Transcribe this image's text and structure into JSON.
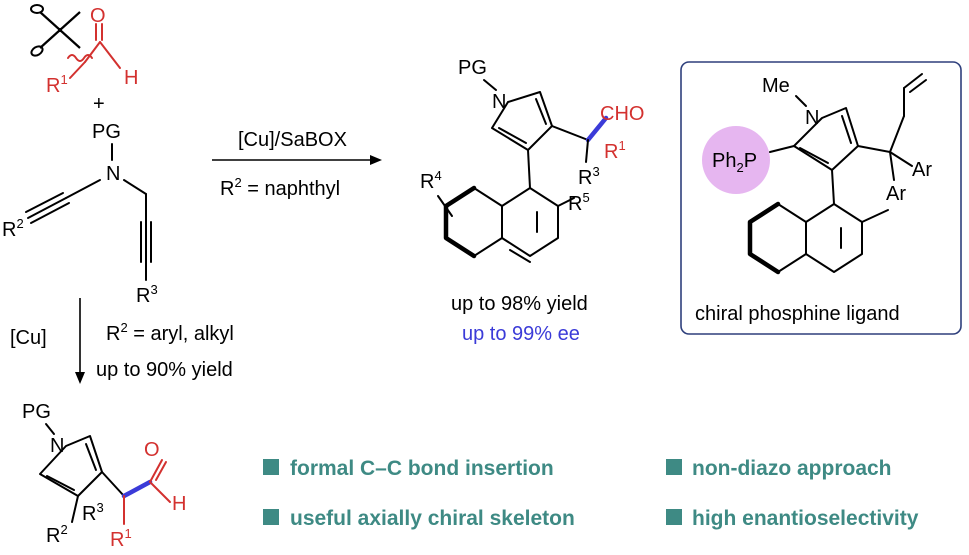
{
  "reaction_conditions": {
    "catalyst_main": "[Cu]/SaBOX",
    "r2_main": "R",
    "r2_main_rest": " = naphthyl",
    "catalyst_side": "[Cu]",
    "r2_side": "R",
    "r2_side_rest": " = aryl, alkyl",
    "yield_side": "up to 90% yield"
  },
  "labels": {
    "pg": "PG",
    "n": "N",
    "h": "H",
    "o": "O",
    "r": "R",
    "plus": "+",
    "cho": "CHO",
    "ph2p_a": "Ph",
    "ph2p_b": "P",
    "me": "Me",
    "ar": "Ar",
    "sup1": "1",
    "sup2": "2",
    "sup3": "3",
    "sup4": "4",
    "sup5": "5",
    "sub2": "2"
  },
  "product_main": {
    "yield": "up to 98% yield",
    "ee": "up to 99% ee"
  },
  "ligand": {
    "caption": "chiral phosphine ligand"
  },
  "features": [
    "formal C–C bond insertion",
    "non-diazo approach",
    "useful axially chiral skeleton",
    "high enantioselectivity"
  ],
  "colors": {
    "red": "#d3312f",
    "blue": "#3b3bd8",
    "teal": "#3e8a84",
    "ligand_circle": "#e6b6f0",
    "box_border": "#2e3f7c"
  }
}
